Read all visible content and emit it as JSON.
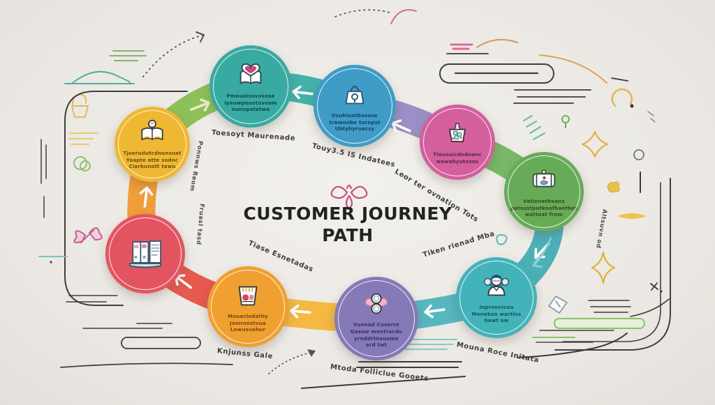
{
  "title": {
    "line1": "CUSTOMER JOURNEY",
    "line2": "PATH"
  },
  "center_ornament_icon": "flower-ornament-icon",
  "nodes": [
    {
      "icon": "book-heart-icon",
      "color": "#38aaa2",
      "text_color": "#0f4a4e",
      "text": "Pmnuoisovososa\nIyauwpeuotuvoam\nnunupatatwa"
    },
    {
      "icon": "bag-lock-icon",
      "color": "#3f9cc6",
      "text_color": "#173f66",
      "text": "Usuhiuotbosuse\ntramonbe turnpst\nUbtyhyruacsy"
    },
    {
      "icon": "basket-icon",
      "color": "#d35f9e",
      "text_color": "#5c2746",
      "text": "Tieuxuicdodoanc\nwewahyutosos"
    },
    {
      "icon": "suitcase-icon",
      "color": "#67ab58",
      "text_color": "#37491f",
      "text": "Vationethoans\npatsostpotknofbanthet\nwotteat from"
    },
    {
      "icon": "person-support-icon",
      "color": "#43b3ba",
      "text_color": "#14535c",
      "text": "Inproonicou\nMonebsn wartins\nhawt aw"
    },
    {
      "icon": "bow-badges-icon",
      "color": "#8579b8",
      "text_color": "#3a2d66",
      "text": "Vuonad Cuverre\nGasuw mentracdu\nyrnddrtnsuome\nard twt"
    },
    {
      "icon": "cup-items-icon",
      "color": "#f0a030",
      "text_color": "#7c4512",
      "text": "Mouaclodathy\nJamronstvua\nLowusuahur"
    },
    {
      "icon": "brochure-icon",
      "color": "#e25560",
      "text_color": "#6e1420",
      "text": ""
    },
    {
      "icon": "book-magnifier-icon",
      "color": "#efb832",
      "text_color": "#6e4c10",
      "text": "Tjoerudutcdnonsuat\nYaapte atte sodoc\nCiarbunott tawu"
    }
  ],
  "path_labels": [
    {
      "text": "Toesoyt Maurenade"
    },
    {
      "text": "Touy3.5 IS Indatees"
    },
    {
      "text": "Leor ter ovnation Tots"
    },
    {
      "text": "Tiken rienad Mba"
    },
    {
      "text": "Tiase Esnetadas"
    },
    {
      "text": "Knjunss Gale"
    },
    {
      "text": "Mtoda Folliclue Gooets"
    },
    {
      "text": "Mouna Roce Initata"
    },
    {
      "text": "Ponnws Reom"
    },
    {
      "text": "Fruasl tasd"
    },
    {
      "text": "Altsuvn od"
    }
  ],
  "ring_colors": [
    "#43b2aa",
    "#9b8fc6",
    "#79b868",
    "#4cb0b7",
    "#57b7c1",
    "#f4b843",
    "#e65a50",
    "#f09d3a",
    "#8ec05a"
  ],
  "arrow_color": "#ffffff",
  "palette": {
    "background": "#ebe8e3",
    "ink": "#3a3a3a",
    "title_color": "#222222",
    "ornament_pink": "#c2527e"
  }
}
